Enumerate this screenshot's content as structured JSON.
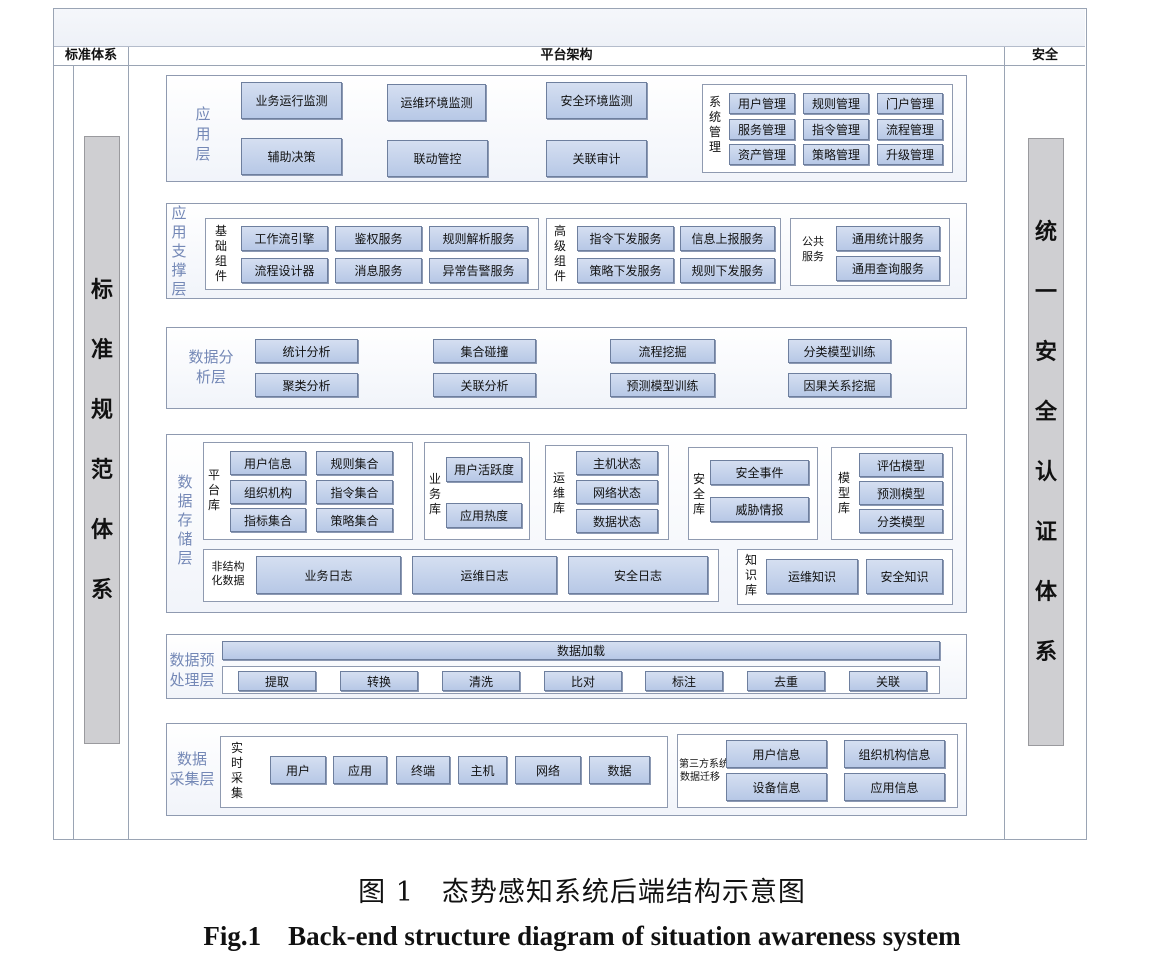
{
  "headers": {
    "standards": "标准体系",
    "platform": "平台架构",
    "security": "安全"
  },
  "left_pillar": [
    "标",
    "准",
    "规",
    "范",
    "体",
    "系"
  ],
  "right_pillar": [
    "统",
    "一",
    "安",
    "全",
    "认",
    "证",
    "体",
    "系"
  ],
  "layers": {
    "application": {
      "label": "应\n用\n层",
      "items": [
        "业务运行监测",
        "运维环境监测",
        "安全环境监测",
        "辅助决策",
        "联动管控",
        "关联审计"
      ],
      "sys_mgmt_label": "系\n统\n管\n理",
      "sys_mgmt_items": [
        "用户管理",
        "规则管理",
        "门户管理",
        "服务管理",
        "指令管理",
        "流程管理",
        "资产管理",
        "策略管理",
        "升级管理"
      ]
    },
    "support": {
      "label": "应\n用\n支\n撑\n层",
      "basic_label": "基\n础\n组\n件",
      "basic_items": [
        "工作流引擎",
        "鉴权服务",
        "规则解析服务",
        "流程设计器",
        "消息服务",
        "异常告警服务"
      ],
      "advanced_label": "高\n级\n组\n件",
      "advanced_items": [
        "指令下发服务",
        "信息上报服务",
        "策略下发服务",
        "规则下发服务"
      ],
      "common_label": "公共\n服务",
      "common_items": [
        "通用统计服务",
        "通用查询服务"
      ]
    },
    "analysis": {
      "label": "数据分\n析层",
      "items": [
        "统计分析",
        "集合碰撞",
        "流程挖掘",
        "分类模型训练",
        "聚类分析",
        "关联分析",
        "预测模型训练",
        "因果关系挖掘"
      ]
    },
    "storage": {
      "label": "数\n据\n存\n储\n层",
      "platform_label": "平\n台\n库",
      "platform_items": [
        "用户信息",
        "规则集合",
        "组织机构",
        "指令集合",
        "指标集合",
        "策略集合"
      ],
      "business_label": "业\n务\n库",
      "business_items": [
        "用户活跃度",
        "应用热度"
      ],
      "ops_label": "运\n维\n库",
      "ops_items": [
        "主机状态",
        "网络状态",
        "数据状态"
      ],
      "security_label": "安\n全\n库",
      "security_items": [
        "安全事件",
        "威胁情报"
      ],
      "model_label": "模\n型\n库",
      "model_items": [
        "评估模型",
        "预测模型",
        "分类模型"
      ],
      "log_label": "非结构\n化数据",
      "log_items": [
        "业务日志",
        "运维日志",
        "安全日志"
      ],
      "knowledge_label": "知\n识\n库",
      "knowledge_items": [
        "运维知识",
        "安全知识"
      ]
    },
    "preprocess": {
      "label": "数据预\n处理层",
      "load": "数据加载",
      "items": [
        "提取",
        "转换",
        "清洗",
        "比对",
        "标注",
        "去重",
        "关联"
      ]
    },
    "collection": {
      "label": "数据\n采集层",
      "realtime_label": "实\n时\n采\n集",
      "realtime_items": [
        "用户",
        "应用",
        "终端",
        "主机",
        "网络",
        "数据"
      ],
      "third_label": "第三方系统\n数据迁移",
      "third_items": [
        "用户信息",
        "组织机构信息",
        "设备信息",
        "应用信息"
      ]
    }
  },
  "caption": {
    "zh": "图 1　态势感知系统后端结构示意图",
    "en": "Fig.1　Back-end structure diagram of situation awareness system"
  }
}
